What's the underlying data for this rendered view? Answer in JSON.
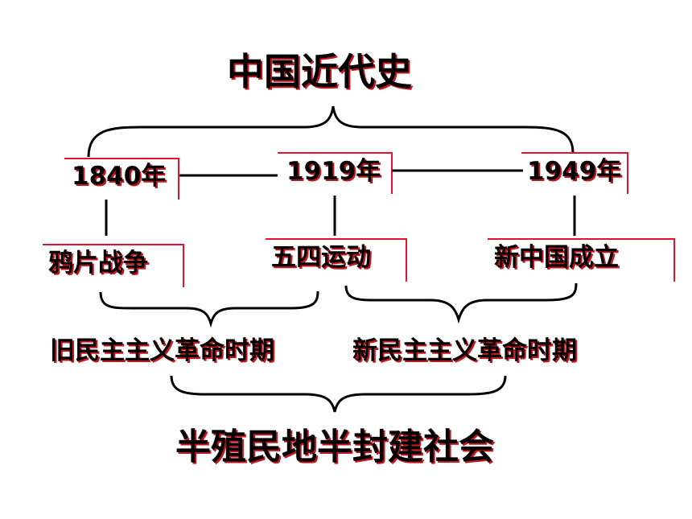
{
  "title": "中国近代史",
  "years": [
    "1840年",
    "1919年",
    "1949年"
  ],
  "events": [
    "鸦片战争",
    "五四运动",
    "新中国成立"
  ],
  "periods": [
    "旧民主主义革命时期",
    "新民主主义革命时期"
  ],
  "society": "半殖民地半封建社会",
  "colors": {
    "text": "#000000",
    "shadow": "#c8161d",
    "accent_box": "#e8112d",
    "line": "#000000"
  }
}
